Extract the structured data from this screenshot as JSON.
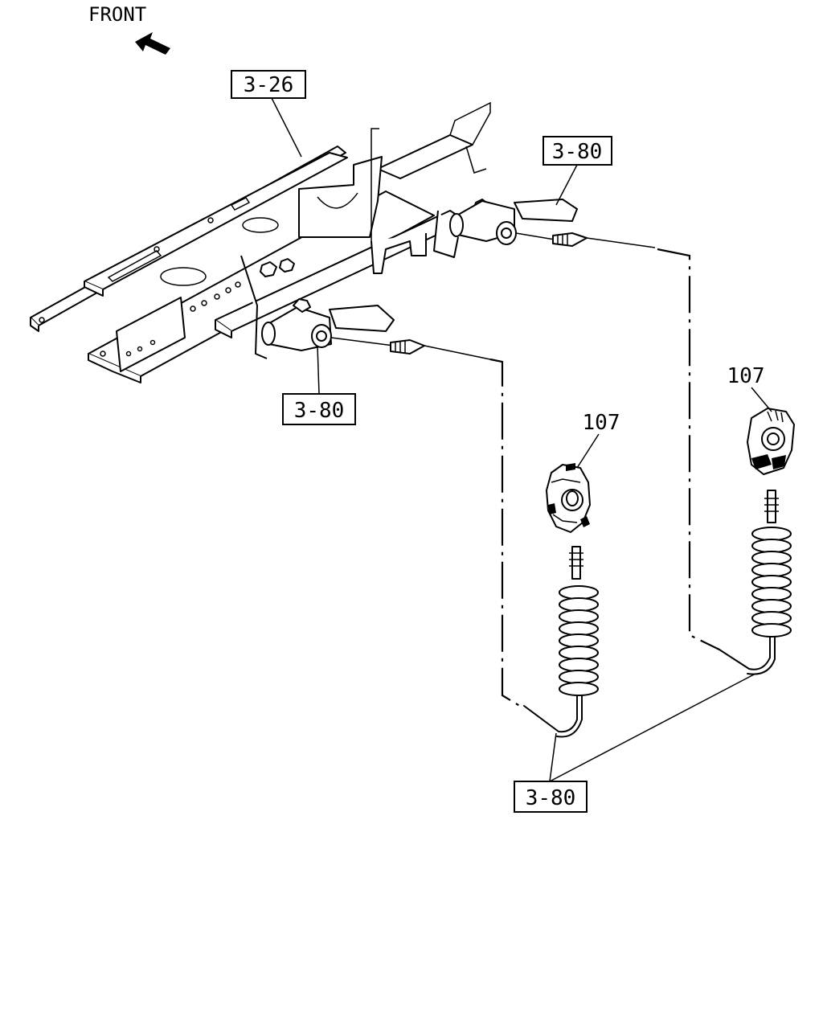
{
  "header": {
    "front_label": "FRONT"
  },
  "callouts": {
    "frame_ref": "3-26",
    "valve_upper_ref": "3-80",
    "valve_lower_ref": "3-80",
    "coil_ref": "3-80",
    "coupling_left_ref": "107",
    "coupling_right_ref": "107"
  }
}
